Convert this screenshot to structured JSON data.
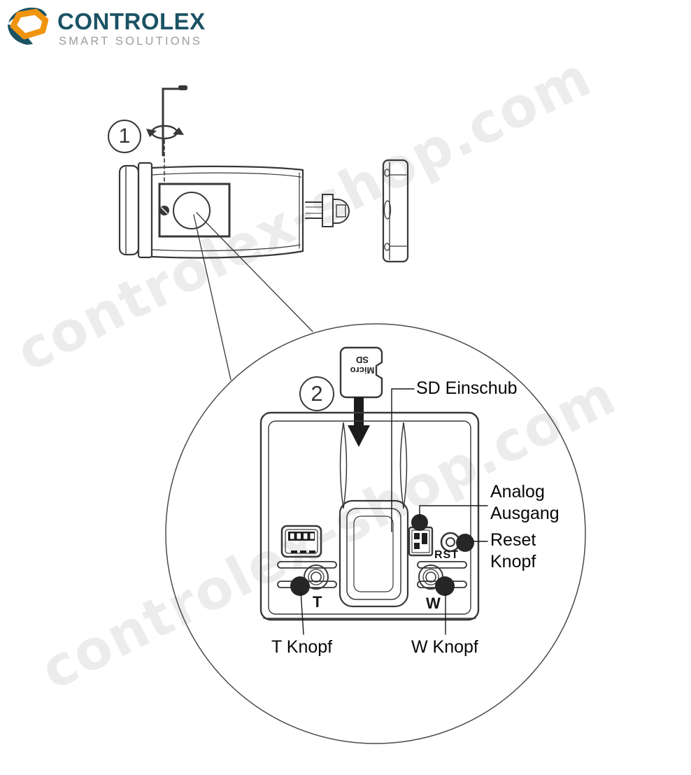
{
  "brand": {
    "name": "CONTROLEX",
    "tagline": "SMART SOLUTIONS",
    "color_teal": "#1b5364",
    "color_orange": "#f09410",
    "color_tagline_gray": "#9c9c9c"
  },
  "watermark": {
    "text": "controlex-shop.com"
  },
  "steps": {
    "step1": "1",
    "step2": "2"
  },
  "sd_card": {
    "line1": "Micro",
    "line2": "SD"
  },
  "panel_markings": {
    "rst": "RST",
    "t": "T",
    "w": "W"
  },
  "callouts": {
    "sd_slot": "SD Einschub",
    "analog_line1": "Analog",
    "analog_line2": "Ausgang",
    "reset_line1": "Reset",
    "reset_line2": "Knopf",
    "t_button": "T Knopf",
    "w_button": "W Knopf"
  }
}
